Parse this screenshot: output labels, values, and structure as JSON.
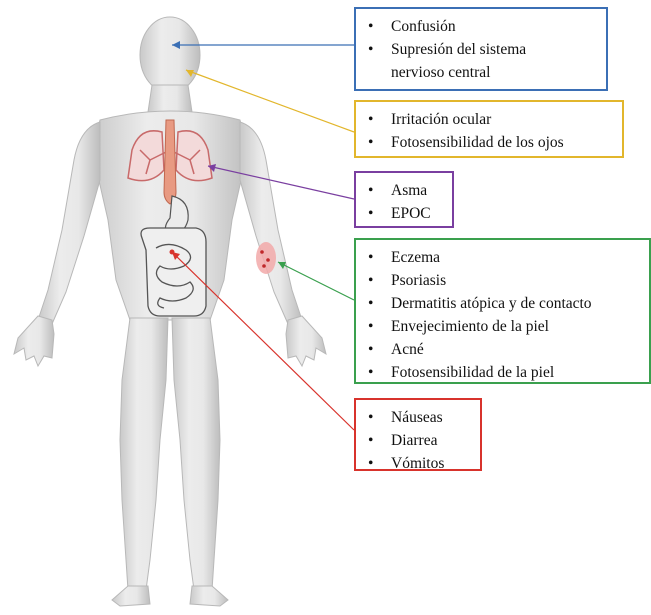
{
  "callouts": {
    "brain": {
      "color": "#3b6fb5",
      "items": [
        "Confusión",
        "Supresión del sistema",
        "nervioso central"
      ]
    },
    "eyes": {
      "color": "#e2b62c",
      "items": [
        "Irritación ocular",
        "Fotosensibilidad de los ojos"
      ]
    },
    "lungs": {
      "color": "#7a3fa0",
      "items": [
        "Asma",
        "EPOC"
      ]
    },
    "skin": {
      "color": "#3aa04e",
      "items": [
        "Eczema",
        "Psoriasis",
        "Dermatitis atópica y de contacto",
        "Envejecimiento de la piel",
        "Acné",
        "Fotosensibilidad de la piel"
      ]
    },
    "gut": {
      "color": "#d8332c",
      "items": [
        "Náuseas",
        "Diarrea",
        "Vómitos"
      ]
    }
  }
}
